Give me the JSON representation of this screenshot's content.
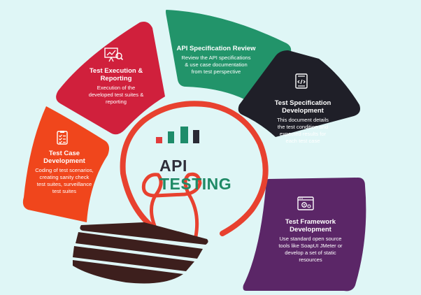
{
  "center": {
    "line1": "API",
    "line2": "TESTING",
    "line1_color": "#2f2f3a",
    "line2_color": "#1f8a66"
  },
  "colors": {
    "background": "#dff6f6",
    "bulb": "#e8412f",
    "bulb_base": "#3d1f1d",
    "bar_red": "#e23b3b",
    "bar_teal": "#1e8c6a",
    "bar_dark": "#2a2a34"
  },
  "segments": [
    {
      "id": "test-case-development",
      "title": "Test Case Development",
      "title_lines": [
        "Test Case",
        "Development"
      ],
      "description_lines": [
        "Coding of test scenarios,",
        "creating sanity check",
        "test suites, surveillance",
        "test suites"
      ],
      "color": "#f0461c",
      "icon": "checklist-icon"
    },
    {
      "id": "test-execution-reporting",
      "title": "Test Execution & Reporting",
      "title_lines": [
        "Test Execution &",
        "Reporting"
      ],
      "description_lines": [
        "Execution of the",
        "developed test suites &",
        "reporting"
      ],
      "color": "#d0203c",
      "icon": "presentation-chart-icon"
    },
    {
      "id": "api-specification-review",
      "title": "API Specification Review",
      "title_lines": [
        "API Specification Review"
      ],
      "description_lines": [
        "Review the API specifications",
        "& use case documentation",
        "from test perspective"
      ],
      "color": "#22946a",
      "icon": ""
    },
    {
      "id": "test-specification-development",
      "title": "Test Specification Development",
      "title_lines": [
        "Test Specification",
        "Development"
      ],
      "description_lines": [
        "This document details",
        "the test condition and",
        "expected results for",
        "each test case"
      ],
      "color": "#1f1f28",
      "icon": "code-document-icon"
    },
    {
      "id": "test-framework-development",
      "title": "Test Framework Development",
      "title_lines": [
        "Test Framework",
        "Development"
      ],
      "description_lines": [
        "Use standard open source",
        "tools like SoapUI JMeter or",
        "develop a set of static",
        "resources"
      ],
      "color": "#5b2667",
      "icon": "browser-gear-icon"
    }
  ]
}
